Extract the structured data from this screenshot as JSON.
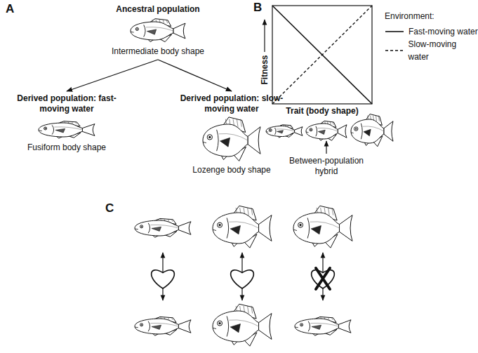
{
  "diagram": {
    "nodes": [
      {
        "text": [
          "Ancestral population",
          "Intermediate body shape"
        ]
      },
      {
        "text": [
          "Derived population: fast-moving water",
          "Fusiform body shape"
        ]
      },
      {
        "text": [
          "Derived population: slow-moving water",
          "Lozenge body shape"
        ]
      }
    ],
    "edges": [
      {
        "from": 0,
        "to": 1,
        "arrow": "to"
      },
      {
        "from": 0,
        "to": 2,
        "arrow": "to"
      }
    ],
    "labels": [
      "A",
      "B",
      "Fitness",
      "Trait (body shape)",
      "Environment:",
      "Between-population hybrid",
      "C"
    ],
    "legend": [
      {
        "text": "Fast-moving water"
      },
      {
        "text": "Slow-moving water"
      }
    ]
  }
}
